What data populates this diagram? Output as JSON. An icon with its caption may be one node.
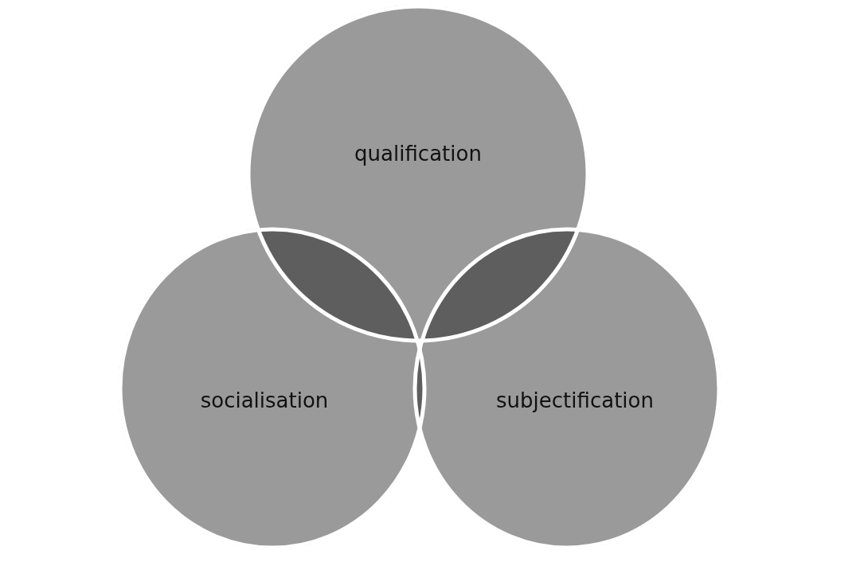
{
  "diagram": {
    "nodes": [
      {
        "text": [
          "qualification"
        ]
      },
      {
        "text": [
          "socialisation"
        ]
      },
      {
        "text": [
          "subjectification"
        ]
      }
    ],
    "edges": []
  }
}
